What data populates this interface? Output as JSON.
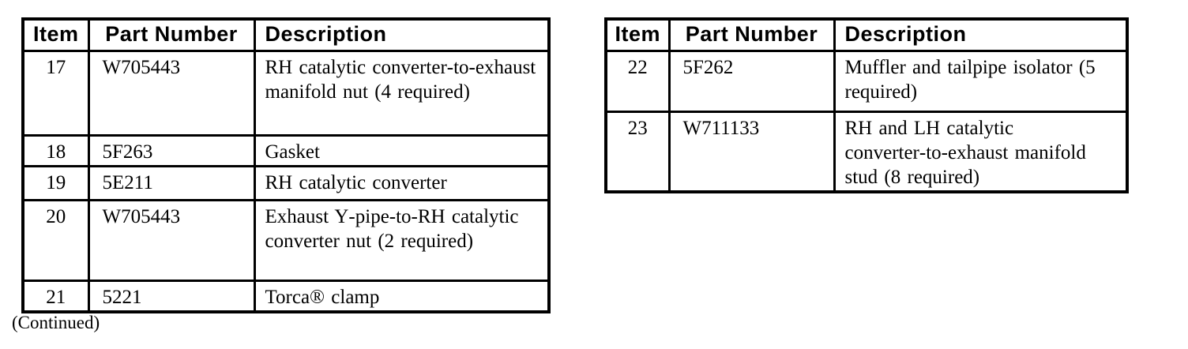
{
  "page": {
    "paper_color": "#ffffff",
    "ink_color": "#000000",
    "continued_note": "(Continued)"
  },
  "tables": [
    {
      "name": "left-parts-table",
      "headers": [
        "Item",
        "Part Number",
        "Description"
      ],
      "rows": [
        {
          "item": "17",
          "part_number": "W705443",
          "description": "RH catalytic converter-to-exhaust manifold nut (4 required)"
        },
        {
          "item": "18",
          "part_number": "5F263",
          "description": "Gasket"
        },
        {
          "item": "19",
          "part_number": "5E211",
          "description": "RH catalytic converter"
        },
        {
          "item": "20",
          "part_number": "W705443",
          "description": "Exhaust Y-pipe-to-RH catalytic converter nut (2 required)"
        },
        {
          "item": "21",
          "part_number": "5221",
          "description": "Torca® clamp"
        }
      ]
    },
    {
      "name": "right-parts-table",
      "headers": [
        "Item",
        "Part Number",
        "Description"
      ],
      "rows": [
        {
          "item": "22",
          "part_number": "5F262",
          "description": "Muffler and tailpipe isolator (5 required)"
        },
        {
          "item": "23",
          "part_number": "W711133",
          "description": "RH and LH catalytic converter-to-exhaust manifold stud (8 required)"
        }
      ]
    }
  ]
}
